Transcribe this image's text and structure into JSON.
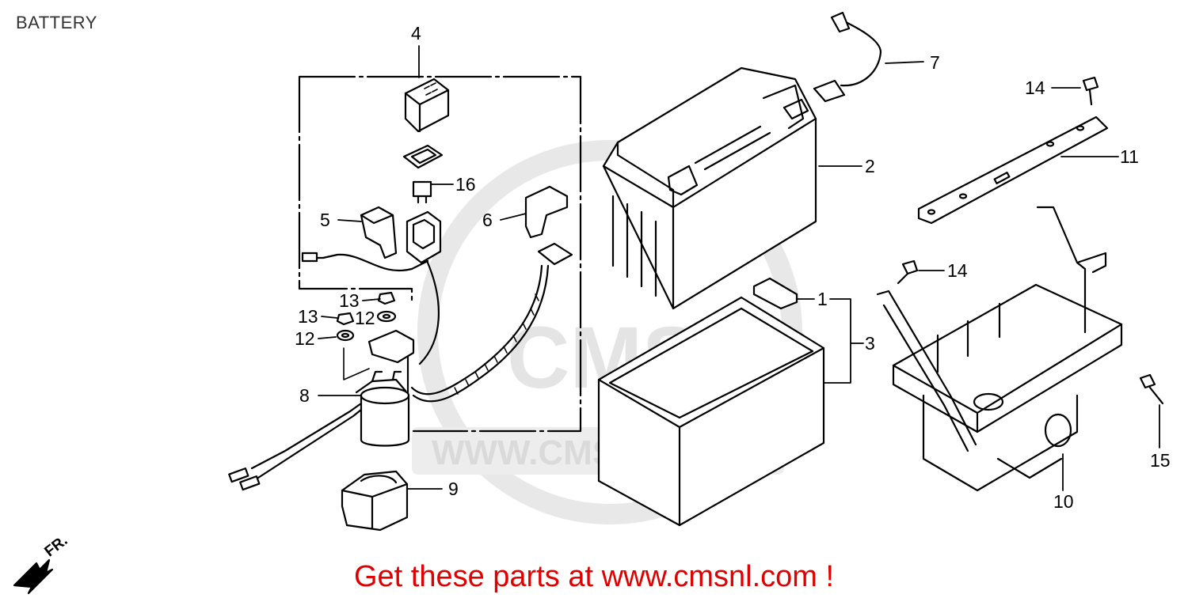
{
  "header": {
    "title": "BATTERY"
  },
  "watermark": {
    "logo": "CMS",
    "url": "WWW.CMSNL.COM"
  },
  "footer": {
    "promo": "Get these parts at www.cmsnl.com !"
  },
  "direction_indicator": {
    "label": "FR."
  },
  "callouts": {
    "c1": "1",
    "c2": "2",
    "c3": "3",
    "c4": "4",
    "c5": "5",
    "c6": "6",
    "c7": "7",
    "c8": "8",
    "c9": "9",
    "c10": "10",
    "c11": "11",
    "c12a": "12",
    "c12b": "12",
    "c13a": "13",
    "c13b": "13",
    "c14a": "14",
    "c14b": "14",
    "c15": "15",
    "c16": "16"
  },
  "colors": {
    "promo_text": "#e00000",
    "line_art": "#000000",
    "watermark": "#e2e2e2"
  }
}
